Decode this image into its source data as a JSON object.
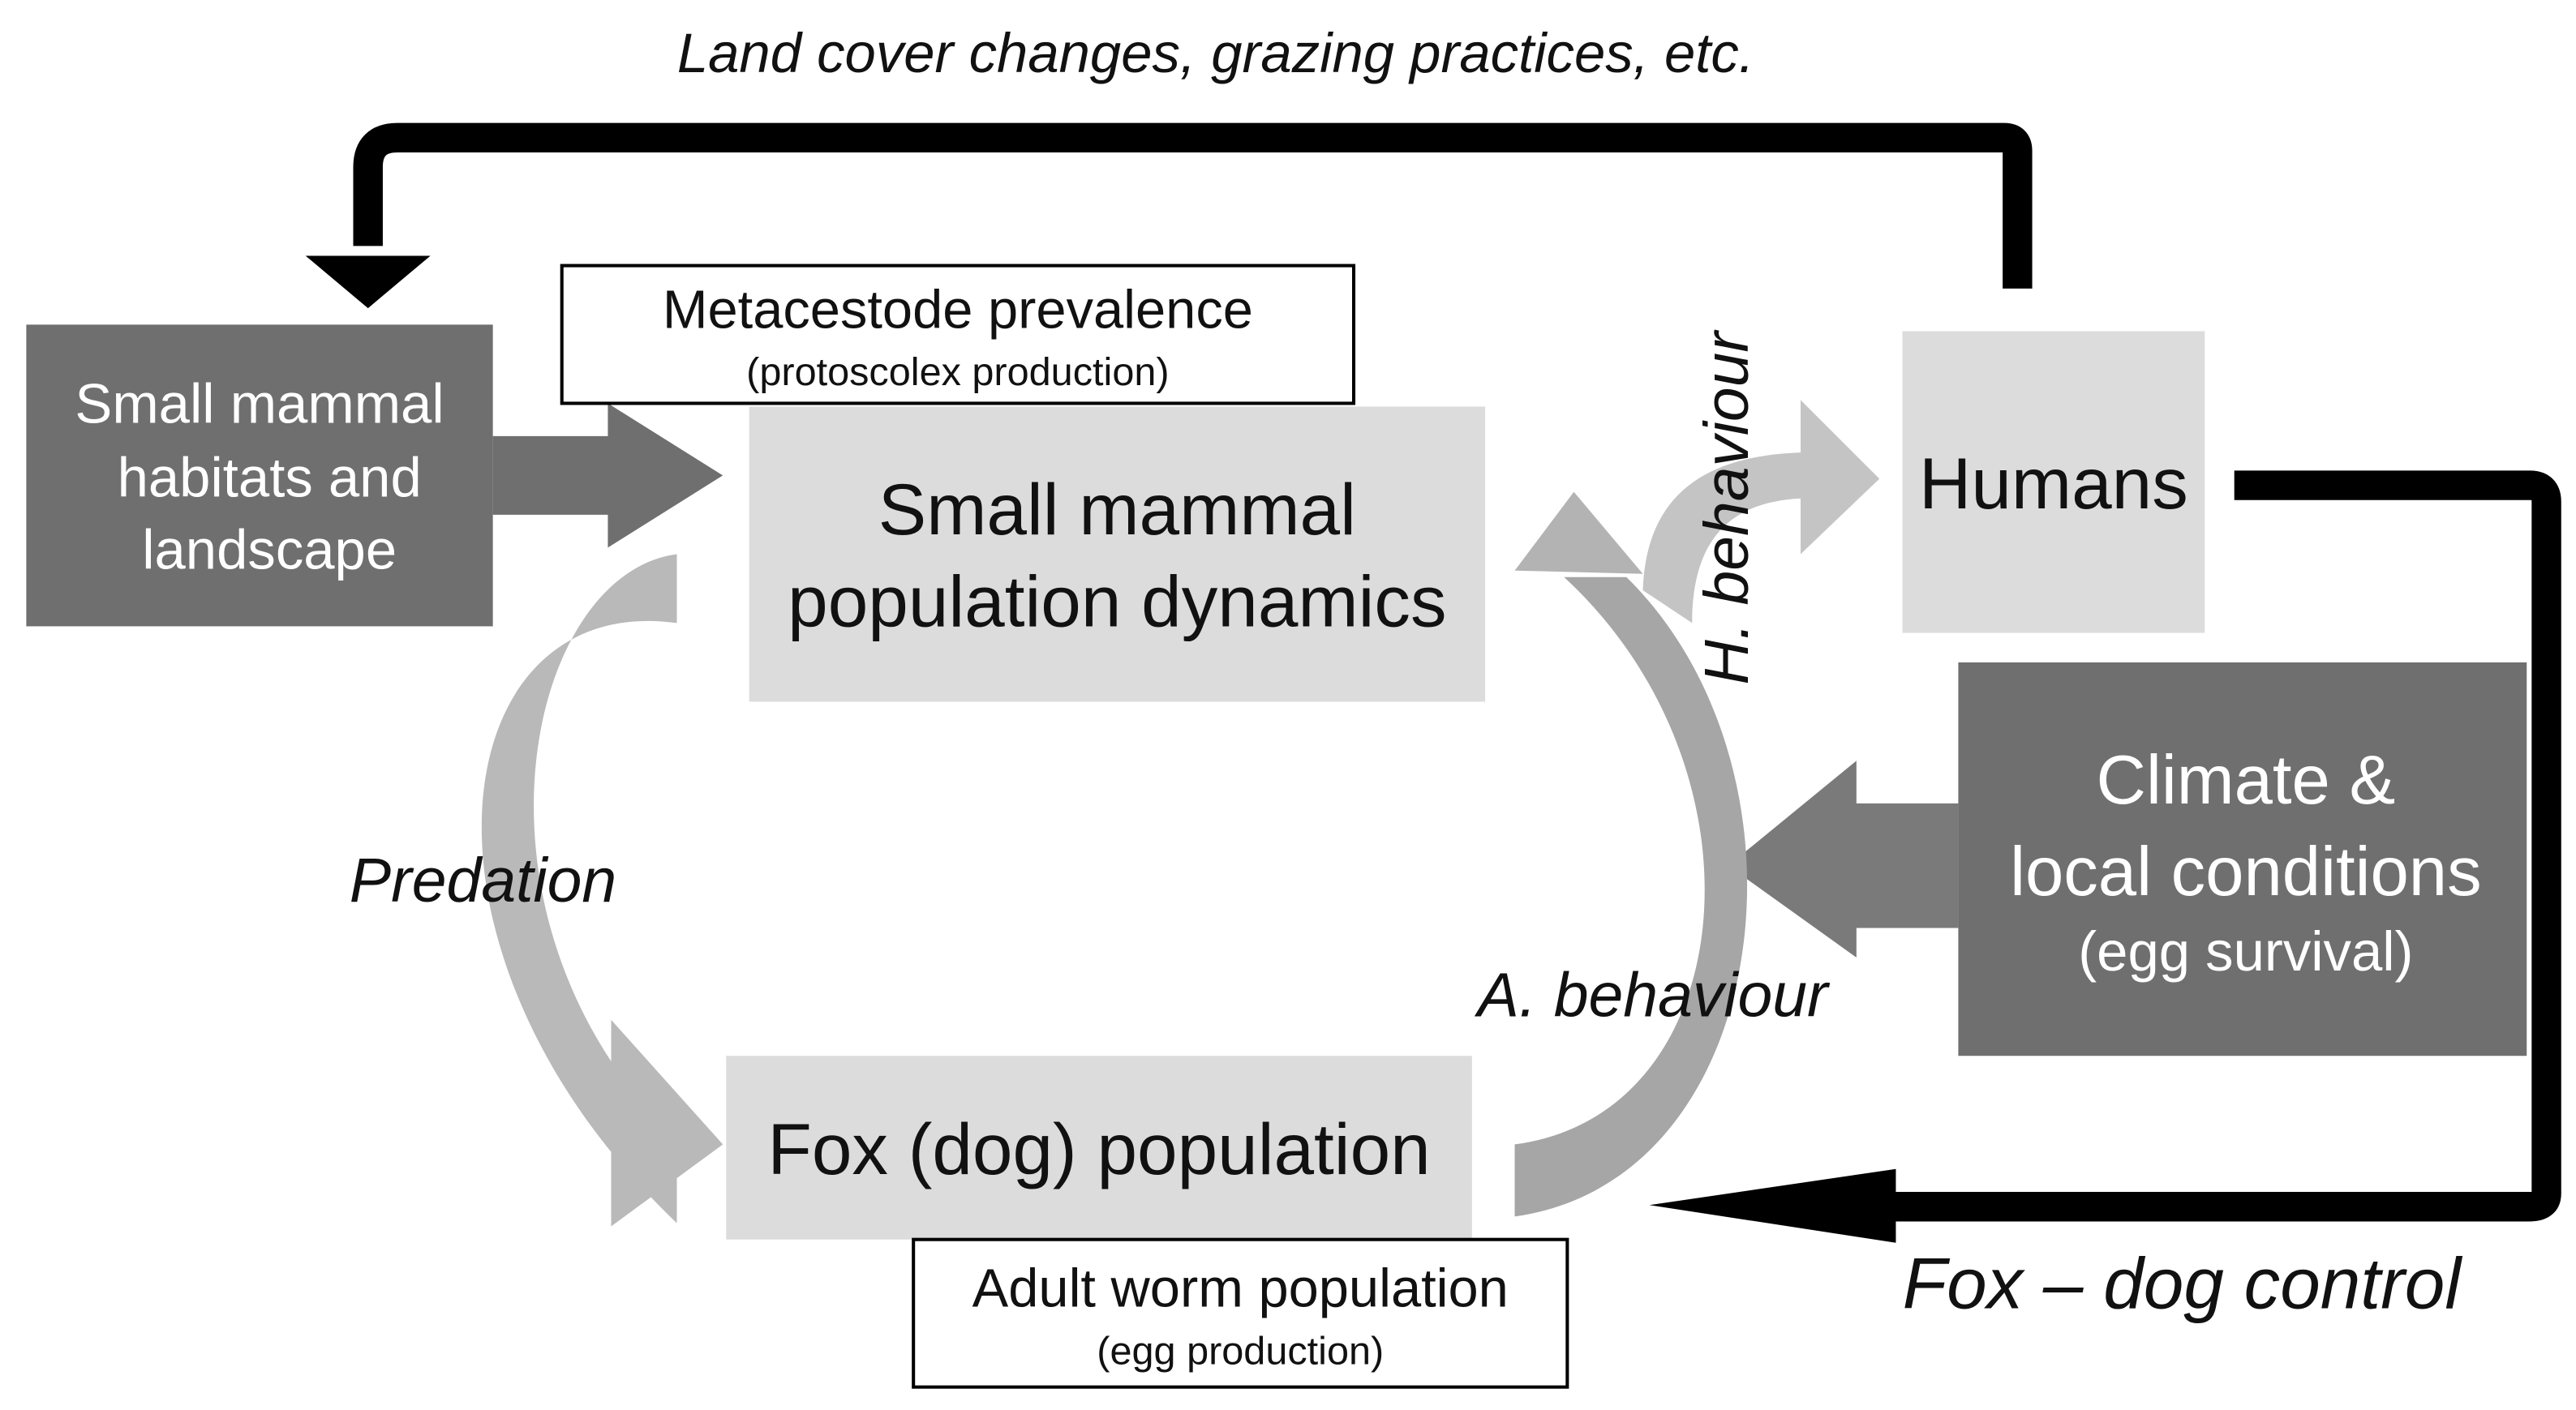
{
  "colors": {
    "dark_box": "#6f6f6f",
    "light_box": "#dcdcdc",
    "light_arrow": "#bdbdbd",
    "mid_arrow": "#999999",
    "black_arrow": "#000000",
    "white": "#ffffff"
  },
  "top_label": "Land cover changes, grazing practices, etc.",
  "habitats": {
    "line1": "Small mammal",
    "line2": "habitats and",
    "line3": "landscape"
  },
  "metacestode": {
    "title": "Metacestode prevalence",
    "sub": "(protoscolex production)"
  },
  "small_mammal": {
    "line1": "Small mammal",
    "line2": "population dynamics"
  },
  "humans": "Humans",
  "h_behaviour": "H. behaviour",
  "climate": {
    "line1": "Climate &",
    "line2": "local conditions",
    "line3": "(egg survival)"
  },
  "predation": "Predation",
  "a_behaviour": "A. behaviour",
  "fox": "Fox (dog) population",
  "adult_worm": {
    "title": "Adult worm population",
    "sub": "(egg production)"
  },
  "fox_dog_control": "Fox – dog control"
}
